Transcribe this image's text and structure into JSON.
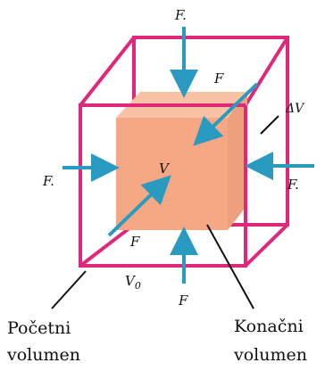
{
  "labels": {
    "force": "F",
    "force_top": "F.",
    "force_left": "F.",
    "force_right": "F.",
    "volume": "V",
    "delta_volume": "ΔV",
    "initial_volume_symbol": "V",
    "initial_volume_subscript": "0",
    "caption_initial_line1": "Početni",
    "caption_initial_line2": "volumen",
    "caption_final_line1": "Konačni",
    "caption_final_line2": "volumen"
  },
  "colors": {
    "outer_cube": "#e0287a",
    "inner_cube_front": "#f6a783",
    "inner_cube_top": "#f9c2a4",
    "inner_cube_side": "#eea07e",
    "arrow": "#2a9bc0",
    "pointer_line": "#111111"
  }
}
